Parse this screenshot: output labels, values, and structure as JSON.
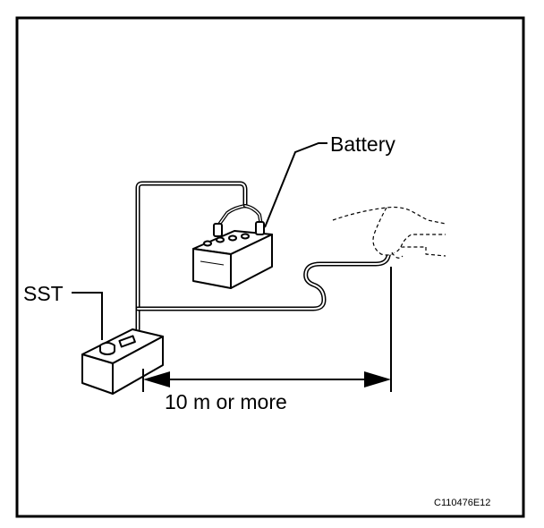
{
  "figure": {
    "labels": {
      "battery": "Battery",
      "sst": "SST",
      "distance": "10 m or more",
      "figure_code": "C110476E12"
    },
    "colors": {
      "ink": "#000000",
      "paper": "#ffffff"
    },
    "icons": [
      "battery-icon",
      "sst-tester-icon",
      "hand-icon",
      "dimension-arrow-icon"
    ]
  }
}
